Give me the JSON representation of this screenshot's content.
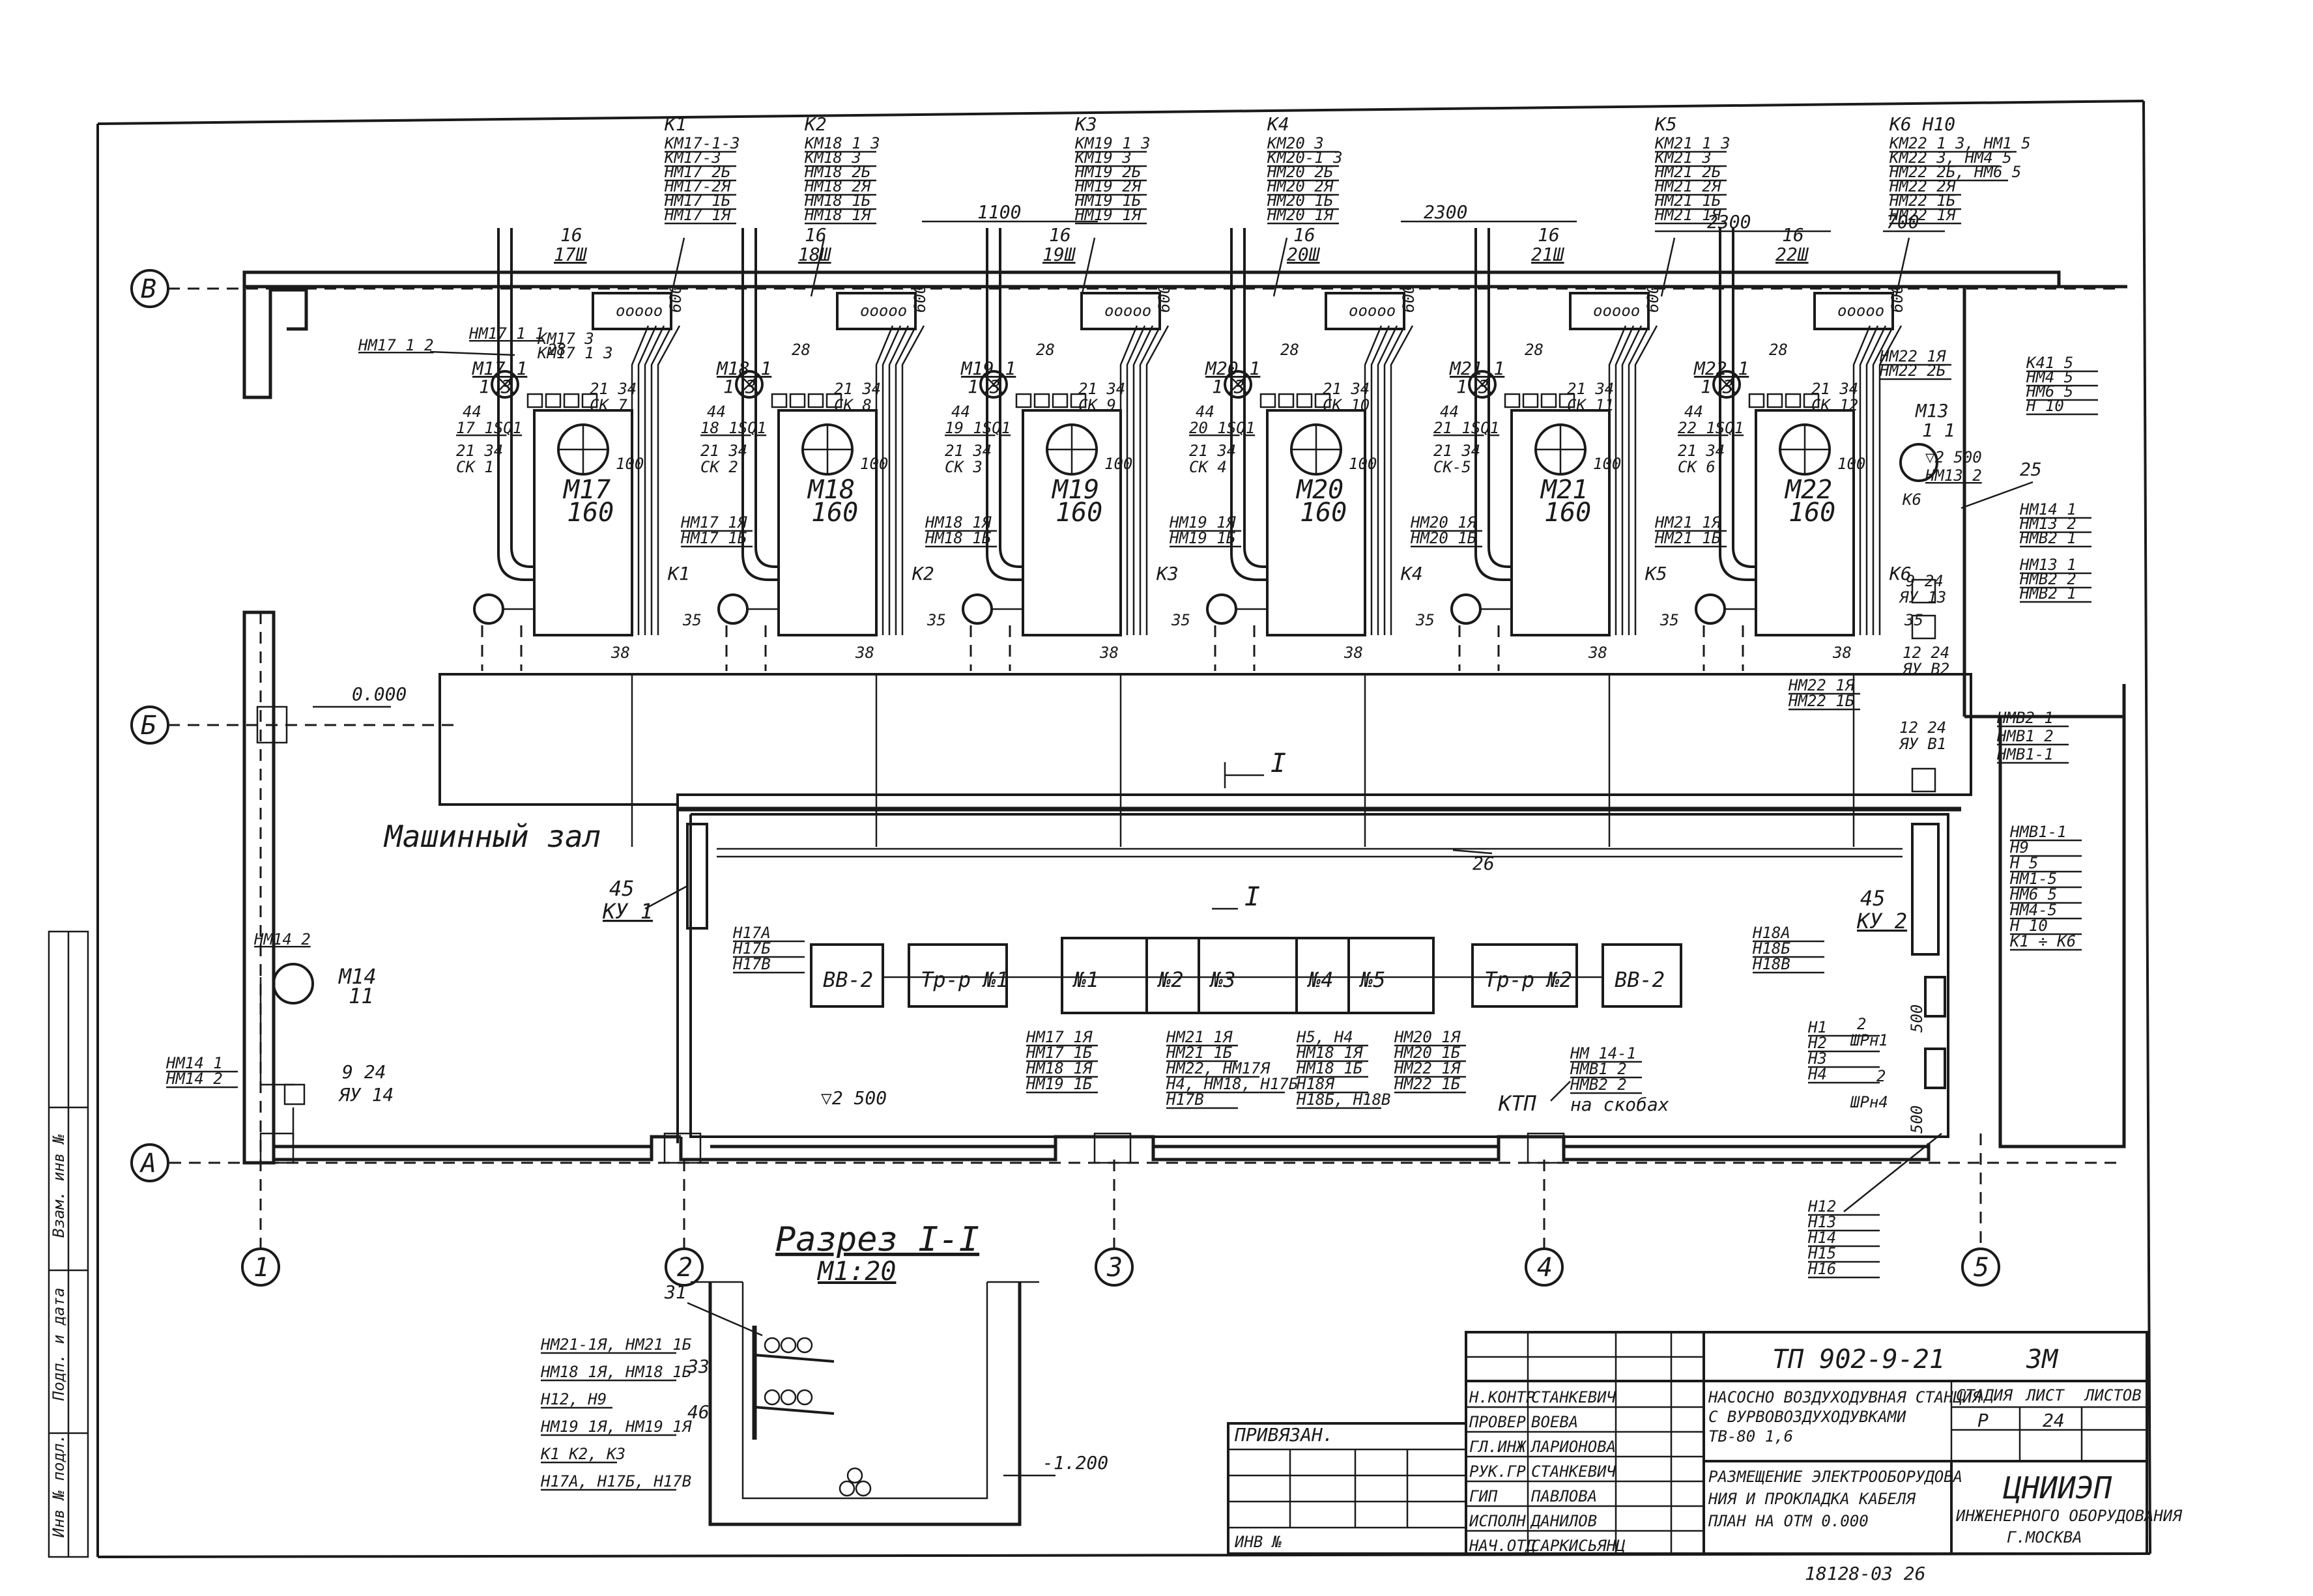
{
  "axes": {
    "rows": [
      "В",
      "Б",
      "А"
    ],
    "cols": [
      "1",
      "2",
      "3",
      "4",
      "5"
    ]
  },
  "level_mark": "0.000",
  "hall_label": "Машинный зал",
  "motors": [
    {
      "name": "M17",
      "power": "160",
      "sk": "СК 7",
      "sk_lower": "СК 1",
      "cab": "К1",
      "term": "17 1SQ1",
      "supply": "17Ш",
      "m": "M17 1",
      "m2": "1 3"
    },
    {
      "name": "M18",
      "power": "160",
      "sk": "СК 8",
      "sk_lower": "СК 2",
      "cab": "К2",
      "term": "18 1SQ1",
      "supply": "18Ш",
      "m": "M18 1",
      "m2": "1 3"
    },
    {
      "name": "M19",
      "power": "160",
      "sk": "СК 9",
      "sk_lower": "СК 3",
      "cab": "К3",
      "term": "19 1SQ1",
      "supply": "19Ш",
      "m": "M19 1",
      "m2": "1 3"
    },
    {
      "name": "M20",
      "power": "160",
      "sk": "СК 10",
      "sk_lower": "СК 4",
      "cab": "К4",
      "term": "20 1SQ1",
      "supply": "20Ш",
      "m": "M20 1",
      "m2": "1 3"
    },
    {
      "name": "M21",
      "power": "160",
      "sk": "СК 11",
      "sk_lower": "СК-5",
      "cab": "К5",
      "term": "21 1SQ1",
      "supply": "21Ш",
      "m": "M21 1",
      "m2": "1 3"
    },
    {
      "name": "M22",
      "power": "160",
      "sk": "СК 12",
      "sk_lower": "СК 6",
      "cab": "К6",
      "term": "22 1SQ1",
      "supply": "22Ш",
      "m": "M22 1",
      "m2": "1 3"
    }
  ],
  "motor_common": {
    "num16": "16",
    "num44": "44",
    "num2134": "21 34",
    "num28": "28",
    "num38": "38",
    "num35": "35",
    "num100": "100",
    "num600": "600"
  },
  "cable_lists": [
    {
      "head": "К1",
      "lines": [
        "КМ17-1-3",
        "КМ17-3",
        "НМ17 2Б",
        "НМ17-2Я",
        "НМ17 1Б",
        "НМ17 1Я"
      ]
    },
    {
      "head": "К2",
      "lines": [
        "КМ18 1 3",
        "КМ18 3",
        "НМ18 2Б",
        "НМ18 2Я",
        "НМ18 1Б",
        "НМ18 1Я"
      ]
    },
    {
      "head": "К3",
      "lines": [
        "КМ19 1 3",
        "КМ19 3",
        "НМ19 2Б",
        "НМ19 2Я",
        "НМ19 1Б",
        "НМ19 1Я"
      ]
    },
    {
      "head": "К4",
      "lines": [
        "КМ20 3",
        "КМ20-1 3",
        "НМ20 2Б",
        "НМ20 2Я",
        "НМ20 1Б",
        "НМ20 1Я"
      ]
    },
    {
      "head": "К5",
      "lines": [
        "КМ21 1 3",
        "КМ21 3",
        "НМ21 2Б",
        "НМ21 2Я",
        "НМ21 1Б",
        "НМ21 1Я"
      ]
    },
    {
      "head": "К6   Н10",
      "lines": [
        "КМ22 1 3, НМ1 5",
        "КМ22 3, НМ4 5",
        "НМ22 2Б, НМ6 5",
        "НМ22 2Я",
        "НМ22 1Б",
        "НМ22 1Я"
      ]
    }
  ],
  "lower_lists": [
    [
      "НМ17 1Я",
      "НМ17 1Б"
    ],
    [
      "НМ18 1Я",
      "НМ18 1Б"
    ],
    [
      "НМ19 1Я",
      "НМ19 1Б"
    ],
    [
      "НМ20 1Я",
      "НМ20 1Б"
    ],
    [
      "НМ21 1Я",
      "НМ21 1Б"
    ]
  ],
  "left_callouts": {
    "nm17_12": "НМ17 1 2",
    "nm17_11": "НМ17 1 1",
    "km17_13": "КМ17 3",
    "km17_1": "КМ17 1 3"
  },
  "dims": {
    "d1100": "1100",
    "d2300a": "2300",
    "d2300b": "2300",
    "d700": "700",
    "d600": "600"
  },
  "right_block": {
    "k41": [
      "К41 5",
      "НМ4 5",
      "НМ6 5",
      "Н 10"
    ],
    "m13": "М13",
    "m13b": "1 1",
    "level": "▽2 500",
    "nm13": "НМ13 2",
    "n25": "25",
    "k6": "К6",
    "list_a": [
      "НМ14 1",
      "НМ13 2",
      "НМВ2 1"
    ],
    "list_b": [
      "НМ13 1",
      "НМВ2 2",
      "НМВ2 1"
    ],
    "ay13a": "9 24",
    "ay13b": "ЯУ 13",
    "ayb2a": "12 24",
    "ayb2b": "ЯУ В2",
    "lower_nm22": [
      "НМ22 1Я",
      "НМ22 1Б"
    ],
    "nm22top": [
      "НМ22 1Я",
      "НМ22 2Б"
    ],
    "list_c": [
      "НМВ2 1",
      "НМВ1 2",
      "НМВ1-1"
    ],
    "ayb1a": "12 24",
    "ayb1b": "ЯУ В1",
    "list_d": [
      "НМВ1-1",
      "Н9",
      "Н 5",
      "НМ1-5",
      "НМ6 5",
      "НМ4-5",
      "Н 10",
      "К1 ÷ К6"
    ]
  },
  "section_mark": "I",
  "ku1": {
    "a": "45",
    "b": "КУ 1",
    "list": [
      "Н17А",
      "Н17Б",
      "Н17В"
    ]
  },
  "ku2": {
    "a": "45",
    "b": "КУ 2",
    "list": [
      "Н18А",
      "Н18Б",
      "Н18В"
    ]
  },
  "n26": "26",
  "ktp": {
    "blocks": [
      "ВВ-2",
      "Тр-р №1",
      "№1",
      "№2",
      "№3",
      "№4",
      "№5",
      "Тр-р №2",
      "ВВ-2"
    ],
    "label": "КТП"
  },
  "ktp_lists": [
    [
      "НМ17 1Я",
      "НМ17 1Б",
      "НМ18 1Я",
      "НМ19 1Б"
    ],
    [
      "НМ21 1Я",
      "НМ21 1Б",
      "НМ22, НМ17Я",
      "Н4, НМ18, Н17Б",
      "Н17В"
    ],
    [
      "Н5, Н4",
      "НМ18 1Я",
      "НМ18 1Б",
      "Н18Я",
      "Н18Б, Н18В"
    ],
    [
      "НМ20 1Я",
      "НМ20 1Б",
      "НМ22 1Я",
      "НМ22 1Б"
    ]
  ],
  "nm14_list": [
    "НМ 14-1",
    "НМВ1 2",
    "НМВ2 2"
  ],
  "on_brackets": "на скобах",
  "level2500": "▽2 500",
  "m14": {
    "name": "M14",
    "power": "11",
    "nm142": "НМ14 2",
    "list": [
      "НМ14 1",
      "НМ14 2"
    ],
    "ay14a": "9 24",
    "ay14b": "ЯУ 14"
  },
  "shr": {
    "list": [
      "Н1",
      "Н2",
      "Н3",
      "Н4"
    ],
    "shr1": "ШРн1",
    "shr4": "ШРн4",
    "n2a": "2",
    "n2b": "2",
    "d500a": "500",
    "d500b": "500",
    "list2": [
      "Н12",
      "Н13",
      "Н14",
      "Н15",
      "Н16"
    ]
  },
  "section": {
    "title": "Разрез I-I",
    "scale": "М1:20",
    "n31": "31",
    "n33": "33",
    "n46": "46",
    "level": "-1.200",
    "labels": [
      "НМ21-1Я, НМ21 1Б",
      "НМ18 1Я, НМ18 1Б",
      "Н12, Н9",
      "НМ19 1Я, НМ19 1Я",
      "К1 К2, К3",
      "Н17А, Н17Б, Н17В"
    ]
  },
  "title_block": {
    "code": "ТП 902-9-21",
    "sheet_code": "ЗМ",
    "bound": "ПРИВЯЗАН.",
    "inv": "ИНВ №",
    "roles": [
      "Н.КОНТР",
      "ПРОВЕР",
      "ГЛ.ИНЖ",
      "РУК.ГР",
      "ГИП",
      "ИСПОЛН",
      "НАЧ.ОТД"
    ],
    "names": [
      "СТАНКЕВИЧ",
      "ВОЕВА",
      "ЛАРИОНОВА",
      "СТАНКЕВИЧ",
      "ПАВЛОВА",
      "ДАНИЛОВ",
      "САРКИСЬЯНЦ"
    ],
    "desc1": [
      "НАСОСНО ВОЗДУХОДУВНАЯ СТАНЦИЯ",
      "С ВУРВОВОЗДУХОДУВКАМИ",
      "ТВ-80 1,6"
    ],
    "desc2": [
      "РАЗМЕЩЕНИЕ ЭЛЕКТРООБОРУДОВА",
      "НИЯ И ПРОКЛАДКА КАБЕЛЯ",
      "ПЛАН НА ОТМ 0.000"
    ],
    "stage_h": "СТАДИЯ",
    "sheet_h": "ЛИСТ",
    "sheets_h": "ЛИСТОВ",
    "stage": "Р",
    "sheet": "24",
    "org": "ЦНИИЭП",
    "org2": "ИНЖЕНЕРНОГО ОБОРУДОВАНИЯ",
    "city": "Г.МОСКВА",
    "bottom_note": "18128-03  26"
  },
  "side_stamp": [
    "Инв № подл.",
    "Подп. и дата",
    "Взам. инв №"
  ]
}
